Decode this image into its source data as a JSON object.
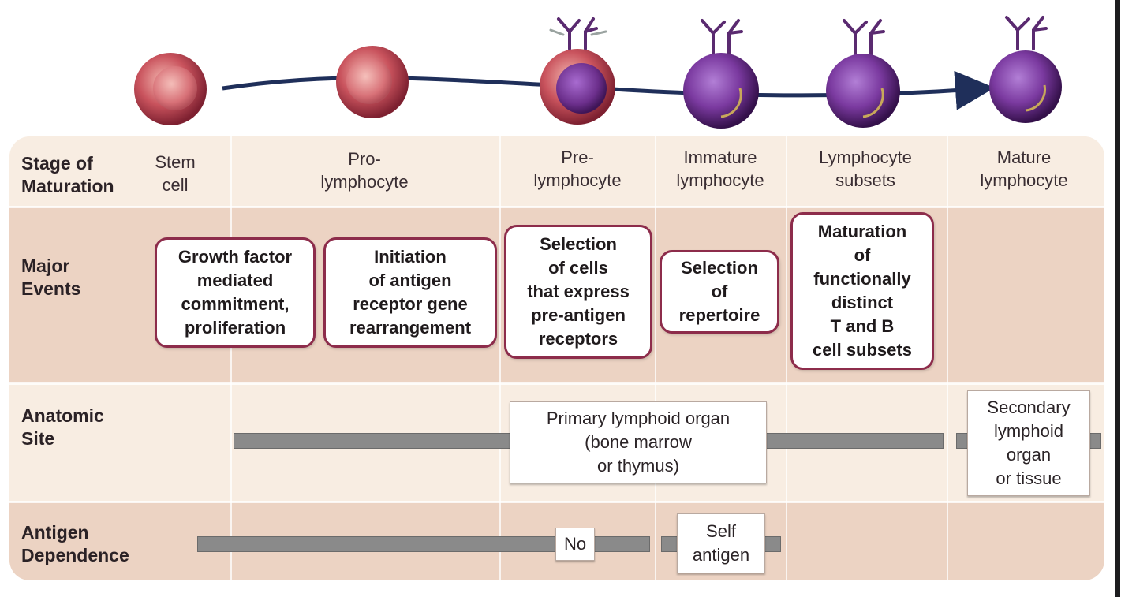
{
  "row_labels": {
    "stage": "Stage of\nMaturation",
    "events": "Major\nEvents",
    "site": "Anatomic\nSite",
    "antigen": "Antigen\nDependence"
  },
  "stages": [
    "Stem\ncell",
    "Pro-\nlymphocyte",
    "Pre-\nlymphocyte",
    "Immature\nlymphocyte",
    "Lymphocyte\nsubsets",
    "Mature\nlymphocyte"
  ],
  "events": [
    "Growth factor\nmediated\ncommitment,\nproliferation",
    "Initiation\nof antigen\nreceptor gene\nrearrangement",
    "Selection\nof cells\nthat express\npre-antigen\nreceptors",
    "Selection\nof\nrepertoire",
    "Maturation\nof\nfunctionally\ndistinct\nT and B\ncell subsets"
  ],
  "anatomic_site": {
    "primary": "Primary lymphoid organ\n(bone marrow\nor thymus)",
    "secondary": "Secondary\nlymphoid\norgan\nor tissue"
  },
  "antigen_dependence": {
    "no": "No",
    "self": "Self\nantigen"
  },
  "colors": {
    "early_cell": "#c9535d",
    "nucleus_red": "#d9747a",
    "nucleus_purple": "#6c2f8c",
    "mature_cell": "#7b3aa0",
    "arrow": "#1f2f5a",
    "event_border": "#8d2c4b",
    "bar": "#8a8a8a"
  }
}
